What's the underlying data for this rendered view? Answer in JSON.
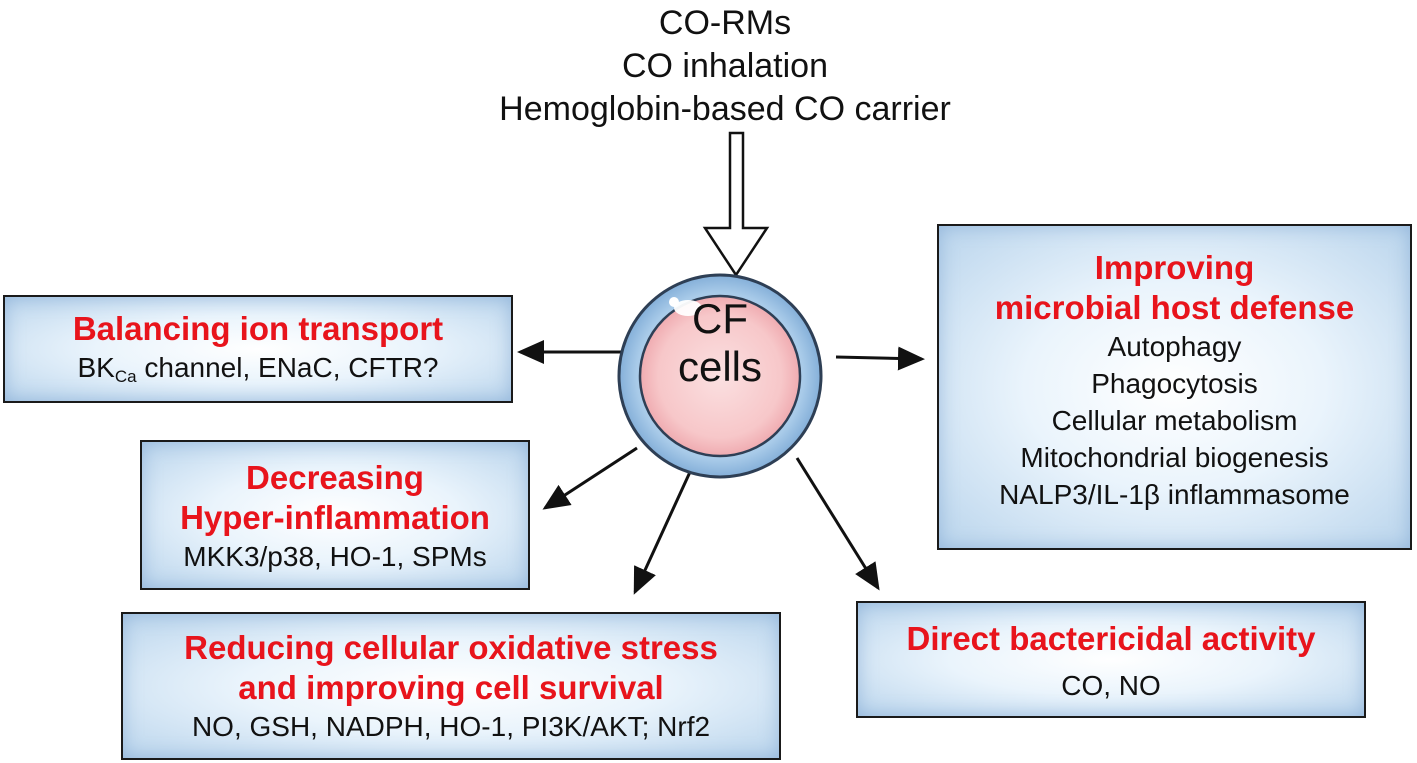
{
  "top_inputs": [
    "CO-RMs",
    "CO inhalation",
    "Hemoglobin-based CO carrier"
  ],
  "center": {
    "line1": "CF",
    "line2": "cells"
  },
  "boxes": {
    "ion": {
      "title": "Balancing ion transport",
      "sub_main": "BK",
      "sub_subscript": "Ca",
      "sub_rest": " channel, ENaC, CFTR?"
    },
    "inflammation": {
      "title1": "Decreasing",
      "title2": "Hyper-inflammation",
      "sub": "MKK3/p38, HO-1, SPMs"
    },
    "oxidative": {
      "title1": "Reducing cellular oxidative stress",
      "title2": "and improving cell survival",
      "sub": "NO, GSH, NADPH, HO-1, PI3K/AKT; Nrf2"
    },
    "bactericidal": {
      "title": "Direct bactericidal activity",
      "sub": "CO, NO"
    },
    "host_defense": {
      "title1": "Improving",
      "title2": "microbial host defense",
      "items": [
        "Autophagy",
        "Phagocytosis",
        "Cellular metabolism",
        "Mitochondrial biogenesis",
        "NALP3/IL-1β inflammasome"
      ]
    }
  },
  "colors": {
    "title_red": "#e8141c",
    "cell_membrane": "#8fb7dc",
    "cell_inner": "#f7c9cb",
    "box_edge": "#b9d4ec"
  }
}
